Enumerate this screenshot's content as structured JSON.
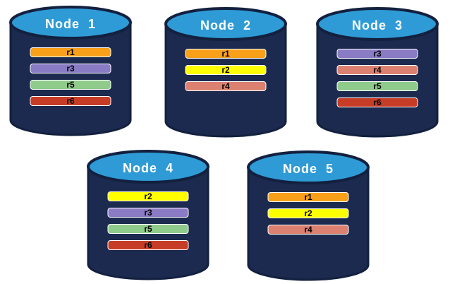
{
  "diagram": {
    "background": "#FFFFFF",
    "nodes": [
      {
        "label": "Node  1",
        "replicas": [
          "r1",
          "r3",
          "r5",
          "r6"
        ]
      },
      {
        "label": "Node  2",
        "replicas": [
          "r1",
          "r2",
          "r4"
        ]
      },
      {
        "label": "Node  3",
        "replicas": [
          "r3",
          "r4",
          "r5",
          "r6"
        ]
      },
      {
        "label": "Node  4",
        "replicas": [
          "r2",
          "r3",
          "r5",
          "r6"
        ]
      },
      {
        "label": "Node  5",
        "replicas": [
          "r1",
          "r2",
          "r4"
        ]
      }
    ],
    "replica_colors": {
      "r1": "#F9A01B",
      "r2": "#FFFF00",
      "r3": "#8A7BC5",
      "r4": "#DC8170",
      "r5": "#8FCB8B",
      "r6": "#C73C26"
    },
    "cylinder_colors": {
      "body": "#1B2A4E",
      "outline": "#13203F",
      "top": "#2E9BD6"
    }
  }
}
